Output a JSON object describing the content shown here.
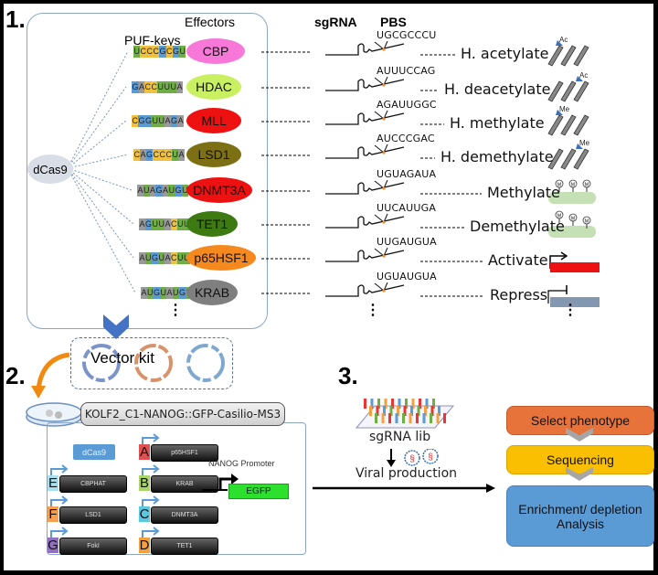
{
  "title": "Casilio epigenetic editing toolkit and screening workflow",
  "steps": {
    "s1": "1.",
    "s2": "2.",
    "s3": "3."
  },
  "panel1": {
    "header_puf": "PUF-keys",
    "header_effectors": "Effectors",
    "header_sgrna": "sgRNA",
    "header_pbs": "PBS",
    "hub": "dCas9",
    "ellipsis": "⋮",
    "nucleotide_colors": {
      "A": "#9a9a9a",
      "C": "#f0c040",
      "G": "#5b9bd5",
      "U": "#70ad47"
    },
    "rows": [
      {
        "puf_key": "UCCCGCGU",
        "effector": "CBP",
        "effector_color": "#f778d8",
        "pbs": "UGCGCCCU",
        "function": "H. acetylate",
        "icon": "histone-acetylate-icon",
        "mark": "Ac"
      },
      {
        "puf_key": "GACCUUUA",
        "effector": "HDAC",
        "effector_color": "#c8f060",
        "pbs": "AUUUCCAG",
        "function": "H. deacetylate",
        "icon": "histone-deacetylate-icon",
        "mark": "Ac"
      },
      {
        "puf_key": "CGGUUAGA",
        "effector": "MLL",
        "effector_color": "#ee1111",
        "pbs": "AGAUUGGC",
        "function": "H. methylate",
        "icon": "histone-methylate-icon",
        "mark": "Me"
      },
      {
        "puf_key": "CAGCCCUA",
        "effector": "LSD1",
        "effector_color": "#7d7014",
        "pbs": "AUCCCGAC",
        "function": "H. demethylate",
        "icon": "histone-demethylate-icon",
        "mark": "Me"
      },
      {
        "puf_key": "AUAGAUGU",
        "effector": "DNMT3A",
        "effector_color": "#ee1111",
        "pbs": "UGUAGAUA",
        "function": "Methylate",
        "icon": "dna-methylate-icon",
        "mark": "M"
      },
      {
        "puf_key": "AGUUACUU",
        "effector": "TET1",
        "effector_color": "#3e7a12",
        "pbs": "UUCAUUGA",
        "function": "Demethylate",
        "icon": "dna-demethylate-icon",
        "mark": "M"
      },
      {
        "puf_key": "AUGUACUU",
        "effector": "p65HSF1",
        "effector_color": "#f5891e",
        "pbs": "UUGAUGUA",
        "function": "Activate",
        "icon": "gene-activate-icon",
        "mark": ""
      },
      {
        "puf_key": "AUGUAUGU",
        "effector": "KRAB",
        "effector_color": "#7f7f7f",
        "pbs": "UGUAUGUA",
        "function": "Repress",
        "icon": "gene-repress-icon",
        "mark": ""
      }
    ]
  },
  "panel2": {
    "vector_kit": "Vector kit",
    "cell_line": "KOLF2_C1-NANOG::GFP-Casilio-MS3",
    "dcas9": "dCas9",
    "cassettes": [
      {
        "letter": "A",
        "name": "p65HSF1",
        "color": "#e05050"
      },
      {
        "letter": "E",
        "name": "CBPHAT",
        "color": "#a8e0f0"
      },
      {
        "letter": "B",
        "name": "KRAB",
        "color": "#a8d468"
      },
      {
        "letter": "F",
        "name": "LSD1",
        "color": "#f5a050"
      },
      {
        "letter": "C",
        "name": "DNMT3A",
        "color": "#5ac8e0"
      },
      {
        "letter": "G",
        "name": "FokI",
        "color": "#9070c0"
      },
      {
        "letter": "D",
        "name": "TET1",
        "color": "#f5a040"
      }
    ],
    "promoter": "NANOG Promoter",
    "reporter": "EGFP"
  },
  "panel3": {
    "library": "sgRNA lib",
    "viral": "Viral production",
    "flow": [
      {
        "label": "Select phenotype",
        "color": "#e8733a"
      },
      {
        "label": "Sequencing",
        "color": "#fac000"
      },
      {
        "label": "Enrichment/ depletion Analysis",
        "color": "#5b9bd5"
      }
    ]
  }
}
